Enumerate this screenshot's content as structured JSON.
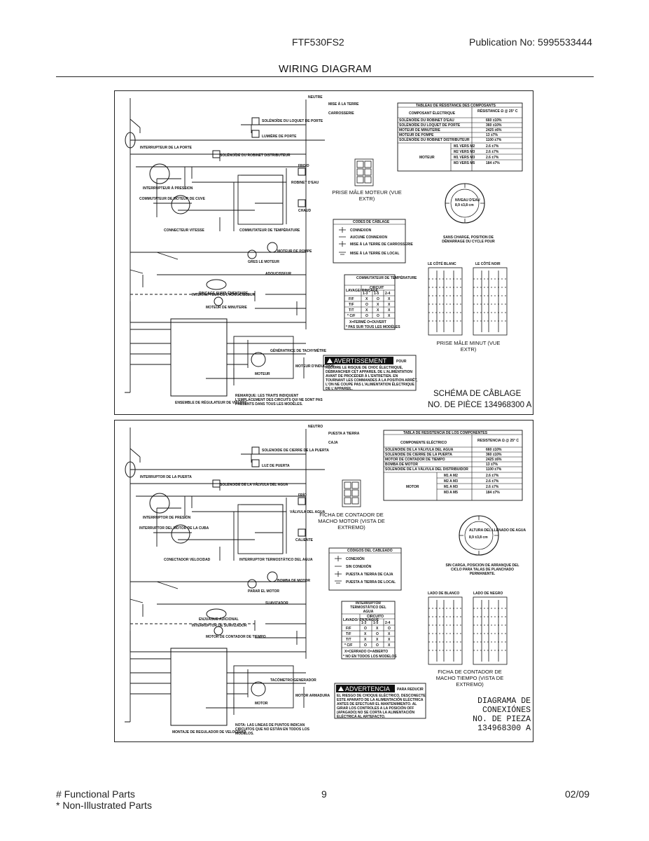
{
  "header": {
    "model": "FTF530FS2",
    "publication": "Publication No:  5995533444",
    "title": "WIRING DIAGRAM"
  },
  "fr": {
    "resistance_table": {
      "title": "TABLEAU DE RÉSISTANCE DES COMPOSANTS",
      "col_component": "COMPOSANT ÉLECTRIQUE",
      "col_resistance": "RÉSISTANCE Ω @ 25° C",
      "rows": [
        {
          "name": "SOLÉNOÏDE DU ROBINET D'EAU",
          "value": "660 ±10%"
        },
        {
          "name": "SOLÉNOÏDE DU LOQUET DE PORTE",
          "value": "360 ±10%"
        },
        {
          "name": "MOTEUR DE MINUTERIE",
          "value": "2425 ±6%"
        },
        {
          "name": "MOTEUR DE POMPE",
          "value": "13 ±7%"
        },
        {
          "name": "SOLÉNOÏDE DU ROBINET DISTRIBUTEUR",
          "value": "1100 ±7%"
        }
      ],
      "motor_label": "MOTEUR",
      "motor_rows": [
        {
          "name": "M1 VERS M2",
          "value": "2.6 ±7%"
        },
        {
          "name": "M2 VERS M3",
          "value": "2.6 ±7%"
        },
        {
          "name": "M1 VERS M3",
          "value": "2.6 ±7%"
        },
        {
          "name": "M3 VERS M5",
          "value": "184 ±7%"
        }
      ]
    },
    "plug": "PRISE MÂLE MOTEUR (VUE EXTR)",
    "gauge_label": "NIVEAU D'EAU",
    "gauge_value": "8,9 ±3,8 cm",
    "gauge_caption": "SANS CHARGE, POSITION DE DÉMARRAGE DU CYCLE POUR",
    "codes": {
      "title": "CODES DE CÂBLAGE",
      "items": [
        "CONNEXION",
        "AUCUNE CONNEXION",
        "MISE À LA TERRE DE CARROSSERIE",
        "MISE À LA TERRE DE LOCAL"
      ]
    },
    "switch_table": {
      "title": "COMMUTATEUR DE TEMPÉRATURE",
      "left_head": "LAVAGE/ RINÇAGE",
      "circuit": "CIRCUIT",
      "cols": [
        "1-3",
        "1-5",
        "2-4"
      ],
      "rows": [
        {
          "label": "F/F",
          "cells": [
            "X",
            "O",
            "X"
          ]
        },
        {
          "label": "T/F",
          "cells": [
            "O",
            "X",
            "X"
          ]
        },
        {
          "label": "T/T",
          "cells": [
            "X",
            "X",
            "X"
          ]
        },
        {
          "label": "* C/F",
          "cells": [
            "O",
            "O",
            "X"
          ]
        }
      ],
      "legend": "X=FERMÉ   O=OUVERT",
      "note": "* PAS SUR TOUS LES MODÈLES"
    },
    "timer_plug": {
      "white": "LE CÔTÉ BLANC",
      "black": "LE CÔTÉ NOIR",
      "caption": "PRISE MÂLE MINUT (VUE EXTR)"
    },
    "warning": {
      "heading": "AVERTISSEMENT",
      "tail": "POUR",
      "lines": [
        "RÉDUIRE LE RISQUE DE CHOC ÉLECTRIQUE,",
        "DÉBRANCHER CET APPAREIL DE L'ALIMENTATION",
        "AVANT DE PROCÉDER À L'ENTRETIEN. EN",
        "TOURNANT LES COMMANDES À LA POSITION ARRÊT,",
        "L'ON NE COUPE PAS L'ALIMENTATION ÉLECTRIQUE",
        "DE L'APPAREIL."
      ]
    },
    "labels": {
      "neutre": "NEUTRE",
      "terre": "MISE À LA TERRE",
      "carrosserie": "CARROSSERIE",
      "door_switch": "INTERRUPTEUR DE LA PORTE",
      "door_lock": "SOLÉNOÏDE DU LOQUET DE PORTE",
      "door_light": "LUMIÈRE DE PORTE",
      "dispenser": "SOLÉNOÏDE DU ROBINET DISTRIBUTEUR",
      "pressure": "INTERRUPTEUR À PRESSION",
      "water_valve": "ROBINET D'EAU",
      "froid": "FROID",
      "chaud": "CHAUD",
      "motor_switch": "COMMUTATEUR DE MOTEUR DE CUVE",
      "temp_switch": "COMMUTATEUR DE TEMPÉRATURE",
      "connector": "CONNECTEUR VITESSE",
      "pump": "MOTEUR DE POMPE",
      "rinse": "RINÇAGE SUPPLÉMENTAIRE",
      "aux_switch": "GRES LE MOTEUR",
      "softener": "ADOUCISSEUR",
      "softener_switch": "INTERRUPTEUR DE L'ADOUCISSEUR",
      "timer_motor": "MOTEUR DE MINUTERIE",
      "board": "ENSEMBLE DE RÉGULATEUR DE VITESSE",
      "tacho": "GÉNÉRATRICE DE TACHYMÈTRE",
      "motor": "MOTEUR",
      "drive_motor": "MOTEUR D'INDUCTION",
      "note": "REMARQUE: LES TRAITS INDIQUENT L'EMPLACEMENT DES CIRCUITS QUI NE SONT PAS PRÉSENTS DANS TOUS LES MODÈLES."
    },
    "schema_title": "SCHÉMA DE CÂBLAGE",
    "part_no": "NO. DE PIÈCE  134968300  A"
  },
  "es": {
    "resistance_table": {
      "title": "TABLA DE RESISTENCIA DE LOS COMPONENTES",
      "col_component": "COMPONENTE ELÉCTRICO",
      "col_resistance": "RESISTENCIA Ω @ 25° C",
      "rows": [
        {
          "name": "SOLENOIDE DE LA VÁLVULA DEL AGUA",
          "value": "660 ±10%"
        },
        {
          "name": "SOLENOIDE DE CIERRE DE LA PUERTA",
          "value": "360 ±10%"
        },
        {
          "name": "MOTOR DE CONTADOR DE TIEMPO",
          "value": "2425 ±6%"
        },
        {
          "name": "BOMBA DE MOTOR",
          "value": "13 ±7%"
        },
        {
          "name": "SOLENOIDE DE LA VÁLVULA DEL DISTRIBUIDOR",
          "value": "1100 ±7%"
        }
      ],
      "motor_label": "MOTOR",
      "motor_rows": [
        {
          "name": "M1 A M2",
          "value": "2.6 ±7%"
        },
        {
          "name": "M2 A M3",
          "value": "2.6 ±7%"
        },
        {
          "name": "M1 A M3",
          "value": "2.6 ±7%"
        },
        {
          "name": "M3 A M5",
          "value": "184 ±7%"
        }
      ]
    },
    "plug": "FICHA DE CONTADOR DE MACHO MOTOR (VISTA DE EXTREMO)",
    "gauge_label": "ALTURA DEL LLENADO DE AGUA",
    "gauge_value": "8,9 ±3,8 cm",
    "gauge_caption": "SIN CARGA, POSICIÓN DE ARRANQUE DEL CICLO PARA TALAS DE PLANCHADO PERMANENTE.",
    "codes": {
      "title": "CÓDIGOS DEL CABLEADO",
      "items": [
        "CONEXIÓN",
        "SIN CONEXIÓN",
        "PUESTA A TIERRA DE CAJA",
        "PUESTA A TIERRA DE LOCAL"
      ]
    },
    "switch_table": {
      "title": "INTERRUPTOR TERMOSTÁTICO DEL AGUA",
      "left_head": "LAVADO/ ENJUAGUE",
      "circuit": "CIRCUITO",
      "cols": [
        "1-3",
        "1-5",
        "2-4"
      ],
      "rows": [
        {
          "label": "F/F",
          "cells": [
            "O",
            "X",
            "O"
          ]
        },
        {
          "label": "T/F",
          "cells": [
            "X",
            "O",
            "X"
          ]
        },
        {
          "label": "T/T",
          "cells": [
            "X",
            "X",
            "X"
          ]
        },
        {
          "label": "* C/F",
          "cells": [
            "O",
            "O",
            "X"
          ]
        }
      ],
      "legend": "X=CERRADO   O=ABIERTO",
      "note": "* NO EN TODOS LOS MODELOS"
    },
    "timer_plug": {
      "white": "LADO DE BLANCO",
      "black": "LADO DE NEGRO",
      "caption": "FICHA DE CONTADOR DE MACHO TIEMPO (VISTA DE EXTREMO)"
    },
    "warning": {
      "heading": "ADVERTENCIA",
      "tail": "PARA REDUCIR",
      "lines": [
        "EL RIESGO DE CHOQUE ELÉCTRICO, DESCONECTE",
        "ESTE APARATO DE LA ALIMENTACIÓN ELÉCTRICA",
        "ANTES DE EFECTUAR EL MANTENIMIENTO. AL",
        "GIRAR LOS CONTROLES A LA POSICIÓN OFF",
        "(APAGADO) NO SE CORTA LA ALIMENTACIÓN",
        "ELÉCTRICA AL ARTEFACTO."
      ]
    },
    "labels": {
      "neutre": "NEUTRO",
      "terre": "PUESTA A TIERRA",
      "carrosserie": "CAJA",
      "door_switch": "INTERRUPTOR DE LA PUERTA",
      "door_lock": "SOLENOIDE DE CIERRE DE LA PUERTA",
      "door_light": "LUZ DE PUERTA",
      "dispenser": "SOLENOIDE DE LA VÁLVULA DEL AGUA",
      "pressure": "INTERRUPTOR DE PRESIÓN",
      "water_valve": "VÁLVULA DEL AGUA",
      "froid": "FRÍO",
      "chaud": "CALIENTE",
      "motor_switch": "INTERRUPTOR DEL MOTOR DE LA CUBA",
      "temp_switch": "INTERRUPTOR TERMOSTÁTICO DEL AGUA",
      "connector": "CONECTADOR VELOCIDAD",
      "pump": "BOMBA DE MOTOR",
      "rinse": "ENJUAGUE ADICIONAL",
      "aux_switch": "PARAR EL MOTOR",
      "softener": "SUAVIZADOR",
      "softener_switch": "INTERRUPTOR DE SUAVIZADOR",
      "timer_motor": "MOTOR DE CONTADOR DE TIEMPO",
      "board": "MONTAJE DE REGULADOR DE VELOCIDAD",
      "tacho": "TACÓMETRO GENERADOR",
      "motor": "MOTOR",
      "drive_motor": "MOTOR ARMADURA",
      "note": "NOTA: LAS LÍNEAS DE PUNTOS INDICAN CIRCUITOS QUE NO ESTÁN EN TODOS LOS MODELOS."
    },
    "schema_title": "DIAGRAMA DE CONEXIÓNES",
    "part_no": "NO. DE PIEZA  134968300  A"
  },
  "footer": {
    "functional": "# Functional Parts",
    "non_illustrated": "* Non-Illustrated Parts",
    "page": "9",
    "date": "02/09"
  }
}
